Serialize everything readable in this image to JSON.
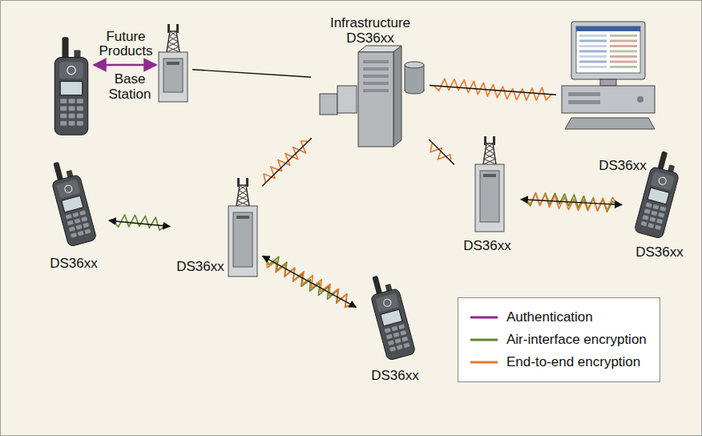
{
  "diagram": {
    "nodes": [
      {
        "text": [
          "Base Station"
        ]
      },
      {
        "text": [
          "Infrastructure DS36xx"
        ]
      },
      {
        "text": [
          "DS36xx"
        ]
      },
      {
        "text": [
          "DS36xx"
        ]
      },
      {
        "text": [
          "DS36xx"
        ]
      },
      {
        "text": [
          "DS36xx"
        ]
      },
      {
        "text": [
          "DS36xx"
        ]
      },
      {
        "text": [
          "DS36xx"
        ]
      }
    ],
    "edges": [
      {
        "from": 0,
        "to": 1,
        "arrow": "none"
      },
      {
        "from": 1,
        "to": 2,
        "arrow": "none"
      },
      {
        "from": 1,
        "to": 4,
        "arrow": "none"
      },
      {
        "from": 1,
        "to": 5,
        "arrow": "none"
      },
      {
        "from": 3,
        "to": 4,
        "arrow": "both"
      },
      {
        "from": 4,
        "to": 7,
        "arrow": "both"
      },
      {
        "from": 5,
        "to": 6,
        "arrow": "both"
      }
    ],
    "labels": [
      "Future Products"
    ],
    "legend": [
      {
        "text": "Authentication",
        "color": "#8e2b8c"
      },
      {
        "text": "Air-interface encryption",
        "color": "#5f8a2b"
      },
      {
        "text": "End-to-end encryption",
        "color": "#e8782a"
      }
    ]
  }
}
